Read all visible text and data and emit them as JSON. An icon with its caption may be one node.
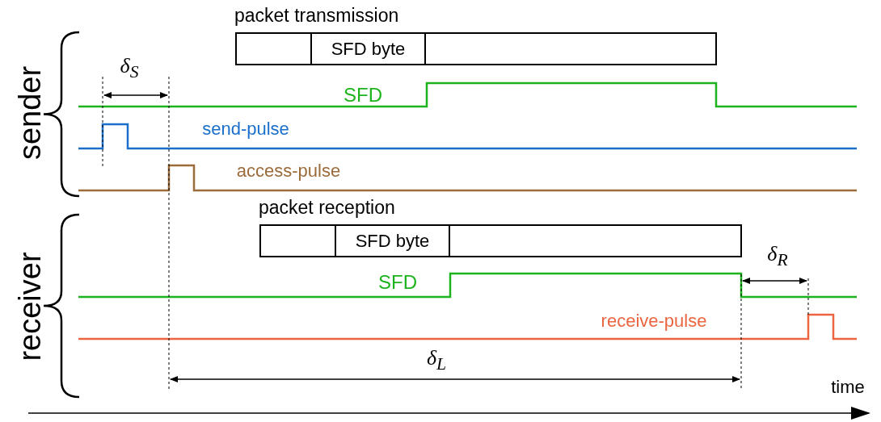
{
  "diagram": {
    "nodes": [
      {
        "text": [
          "packet transmission"
        ]
      },
      {
        "text": [
          "SFD byte"
        ],
        "in": 0
      },
      {
        "text": [
          "packet reception"
        ]
      },
      {
        "text": [
          "SFD byte"
        ],
        "in": 2
      }
    ],
    "labels": [
      "sender",
      "δ$_{S}$",
      "SFD",
      "send-pulse",
      "access-pulse",
      "receiver",
      "δ$_{R}$",
      "SFD",
      "receive-pulse",
      "δ$_{L}$",
      "time"
    ]
  }
}
